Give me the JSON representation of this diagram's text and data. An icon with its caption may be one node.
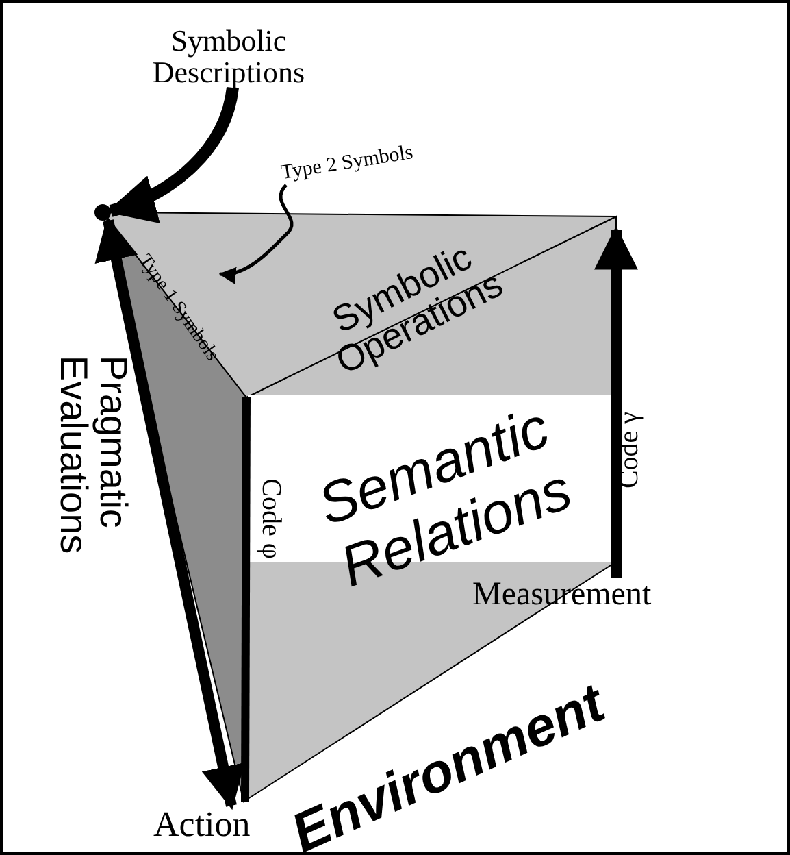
{
  "diagram": {
    "nodes": [
      {
        "text": [
          "Symbolic Descriptions"
        ]
      },
      {
        "text": [],
        "shape": "circle"
      },
      {
        "text": [
          "Symbolic Operations"
        ]
      },
      {
        "text": [
          "Type 2 Symbols"
        ]
      },
      {
        "text": [
          "Type 1 Symbols"
        ]
      },
      {
        "text": [
          "Semantic Relations"
        ]
      },
      {
        "text": [
          "Action"
        ]
      },
      {
        "text": [
          "Measurement"
        ]
      }
    ],
    "edges": [
      {
        "from": 0,
        "to": 1,
        "arrow": "to"
      },
      {
        "from": 1,
        "to": 6,
        "arrow": "both",
        "label": "Pragmatic Evaluations"
      },
      {
        "from": 7,
        "to": null,
        "arrow": "to",
        "label": "Code γ"
      },
      {
        "from": 3,
        "to": 4,
        "arrow": "to"
      }
    ],
    "labels": [
      "Code φ",
      "Environment"
    ]
  }
}
